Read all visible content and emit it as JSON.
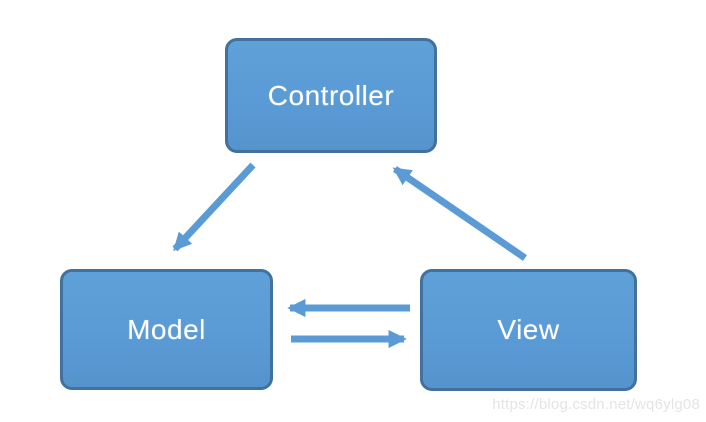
{
  "diagram": {
    "type": "flowchart",
    "pattern": "MVC",
    "nodes": [
      {
        "id": "controller",
        "label": "Controller"
      },
      {
        "id": "model",
        "label": "Model"
      },
      {
        "id": "view",
        "label": "View"
      }
    ],
    "edges": [
      {
        "from": "controller",
        "to": "model",
        "style": "diagonal-arrow"
      },
      {
        "from": "view",
        "to": "controller",
        "style": "diagonal-arrow"
      },
      {
        "from": "view",
        "to": "model",
        "style": "horizontal-arrow"
      },
      {
        "from": "model",
        "to": "view",
        "style": "horizontal-arrow"
      }
    ],
    "colors": {
      "node_fill": "#5b9bd5",
      "node_border": "#41719c",
      "arrow": "#5b9bd5",
      "label_text": "#ffffff",
      "background": "#ffffff",
      "watermark_text": "#e4e4e4"
    }
  },
  "watermark": {
    "text": "https://blog.csdn.net/wq6ylg08"
  }
}
